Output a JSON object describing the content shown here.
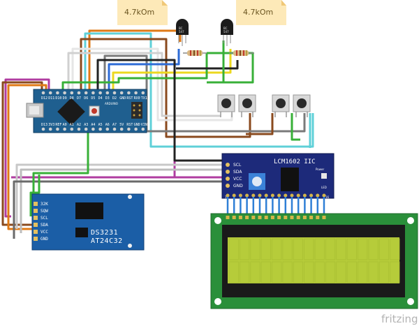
{
  "diagram": {
    "notes": [
      {
        "id": "note-left",
        "text": "4.7kOm"
      },
      {
        "id": "note-right",
        "text": "4.7kOm"
      }
    ],
    "transistors": {
      "left_label": "BC\n547",
      "right_label": "BC\n547"
    },
    "arduino": {
      "brand_label": "ARDUINO",
      "top_pins": [
        "D12",
        "D11",
        "D10",
        "D9",
        "D8",
        "D7",
        "D6",
        "D5",
        "D4",
        "D3",
        "D2",
        "GND",
        "RST",
        "RX0",
        "TX1"
      ],
      "bottom_pins": [
        "D13",
        "3V3",
        "REF",
        "A0",
        "A1",
        "A2",
        "A3",
        "A4",
        "A5",
        "A6",
        "A7",
        "5V",
        "RST",
        "GND",
        "VIN"
      ]
    },
    "rtc_module": {
      "pins": [
        "32K",
        "SQW",
        "SCL",
        "SDA",
        "VCC",
        "GND"
      ],
      "chip_labels": [
        "DS3231",
        "AT24C32"
      ]
    },
    "i2c_module": {
      "title": "LCM1602 IIC",
      "pins": [
        "SCL",
        "SDA",
        "VCC",
        "GND"
      ],
      "power_label": "Power",
      "led_label": "LED",
      "pin_start": "1",
      "pin_end": "16"
    },
    "buttons_count": 4,
    "watermark": "fritzing",
    "colors": {
      "arduino_board": "#1f5f8f",
      "rtc_board": "#1b5ea6",
      "i2c_board": "#1d2a7a",
      "lcd_pcb": "#2a8f3a",
      "lcd_screen": "#b6cc3a",
      "note_bg": "#fde9b8"
    }
  }
}
